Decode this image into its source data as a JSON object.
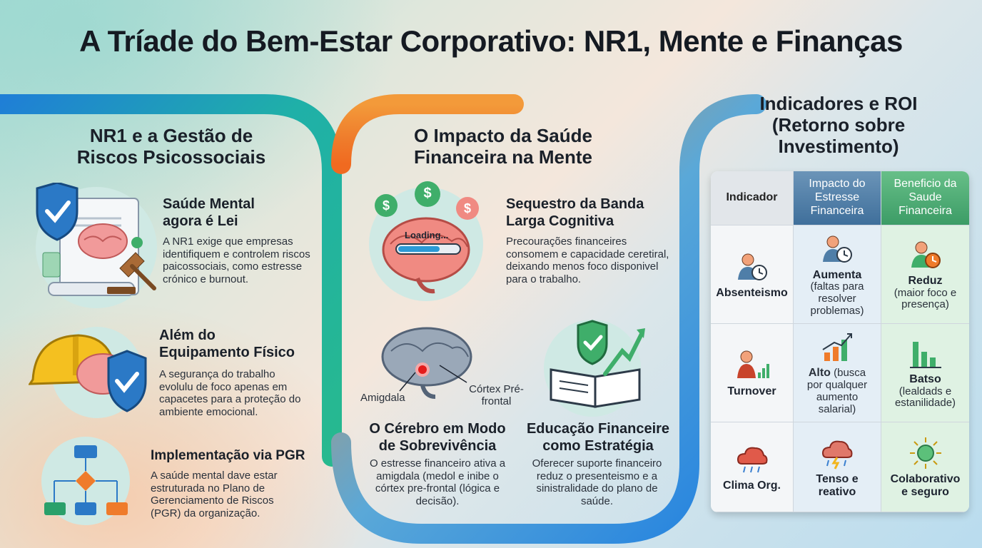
{
  "title": "A Tríade do Bem-Estar Corporativo: NR1, Mente e Finanças",
  "col1": {
    "title": "NR1 e a Gestão de Riscos Psicossociais",
    "items": [
      {
        "heading": "Saúde Mental agora é Lei",
        "text": "A NR1 exige que empresas identifiquem e controlem riscos paicossociais, como estresse crónico e burnout."
      },
      {
        "heading": "Além do Equipamento Físico",
        "text": "A segurança do trabalho evolulu de foco apenas em capacetes para a proteção do ambiente emocional."
      },
      {
        "heading": "Implementação via PGR",
        "text": "A saúde mental dave estar estruturada no Plano de Gerenciamento de Riscos (PGR) da organização."
      }
    ]
  },
  "col2": {
    "title": "O Impacto da Saúde Financeira na Mente",
    "loading": "Loading...",
    "item1": {
      "heading": "Sequestro da Banda Larga Cognitiva",
      "text": "Precourações financeires consomem e capacidade ceretiral, deixando menos foco disponivel para o trabalho."
    },
    "brain_labels": {
      "amygdala": "Amigdala",
      "cortex": "Córtex Pré-frontal"
    },
    "item2": {
      "heading": "O Cérebro em Modo de Sobrevivência",
      "text": "O estresse financeiro ativa a amigdala (medol e inibe o córtex pre-frontal (lógica e decisão)."
    },
    "item3": {
      "heading": "Educação Financeire como Estratégia",
      "text": "Oferecer suporte financeiro reduz o presenteismo e a sinistralidade do plano de saúde."
    }
  },
  "col3": {
    "title": "Indicadores e ROI (Retorno sobre Investimento)",
    "headers": [
      "Indicador",
      "Impacto do Estresse Financeira",
      "Beneficio da Saude Financeira"
    ],
    "rows": [
      {
        "indicator": "Absenteismo",
        "impact_bold": "Aumenta",
        "impact_text": "(faltas para resolver problemas)",
        "benefit_bold": "Reduz",
        "benefit_text": "(maior foco e presença)",
        "icons": [
          "person-clock-icon",
          "person-clock-icon",
          "person-clock-icon"
        ]
      },
      {
        "indicator": "Turnover",
        "impact_bold": "Alto",
        "impact_text": "(busca por qualquer aumento salarial)",
        "benefit_bold": "Batso",
        "benefit_text": "(lealdads e estanilidade)",
        "icons": [
          "person-chart-icon",
          "rising-bars-icon",
          "falling-bars-icon"
        ]
      },
      {
        "indicator": "Clima Org.",
        "impact_bold": "Tenso e reativo",
        "impact_text": "",
        "benefit_bold": "Colaborativo e seguro",
        "benefit_text": "",
        "icons": [
          "rain-cloud-icon",
          "storm-cloud-icon",
          "sun-icon"
        ]
      }
    ]
  },
  "colors": {
    "blue": "#2f86d8",
    "teal": "#22b39a",
    "orange": "#f28a2e",
    "green": "#4caf6d",
    "header_blue": "#4f7ea8",
    "header_green": "#4aa872"
  }
}
